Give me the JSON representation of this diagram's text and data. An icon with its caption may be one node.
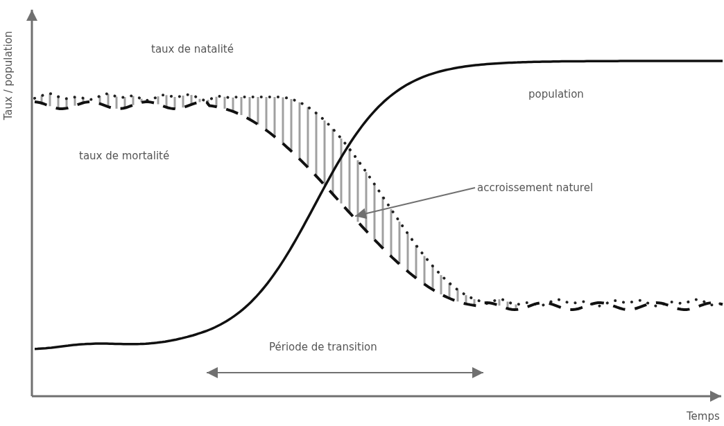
{
  "diagram": {
    "nodes": [
      {
        "text": [
          "accroissement naturel"
        ]
      },
      {
        "text": [],
        "shape": "hatching"
      }
    ],
    "edges": [
      {
        "from": 0,
        "to": 1,
        "arrow": "to"
      }
    ],
    "labels": [
      "Taux / population",
      "taux de natalité",
      "population",
      "taux de mortalité",
      "Période de transition",
      "Temps"
    ]
  }
}
